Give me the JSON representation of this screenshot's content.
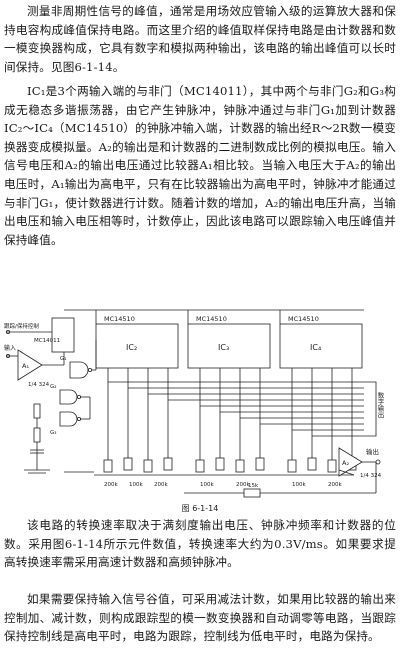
{
  "paragraphs": {
    "p1": "测量非周期性信号的峰值，通常是用场效应管输入级的运算放大器和保持电容构成峰值保持电路。而这里介绍的峰值取样保持电路是由计数器和数一模变换器构成，它具有数字和模拟两种输出，该电路的输出峰值可以长时间保持。见图6-1-14。",
    "p2": "IC₁是3个两输入端的与非门（MC14011），其中两个与非门G₂和G₃构成无稳态多谐振荡器，由它产生钟脉冲，钟脉冲通过与非门G₁加到计数器IC₂～IC₄（MC14510）的钟脉冲输入端，计数器的输出经R～2R数一模变换器变成模拟量。A₂的输出是和计数器的二进制数成比例的模拟电压。输入信号电压和A₂的输出电压通过比较器A₁相比较。当输入电压大于A₂的输出电压时，A₁输出为高电平，只有在比较器输出为高电平时，钟脉冲才能通过与非门G₁，使计数器进行计数。随着计数的增加，A₂的输出电压升高，当输出电压和输入电压相等时，计数停止，因此该电路可以跟踪输入电压峰值并保持峰值。",
    "p3": "该电路的转换速率取决于满刻度输出电压、钟脉冲频率和计数器的位数。采用图6-1-14所示元件数值，转换速率大约为0.3V/ms。如果要求提高转换速率需采用高速计数器和高频钟脉冲。",
    "p4": "如果需要保持输入信号谷值，可采用减法计数，如果用比较器的输出来控制加、减计数，则构成跟踪型的模一数变换器和自动调零等电路，当跟踪保持控制线是高电平时，电路为跟踪，控制线为低电平时，电路为保持。"
  },
  "figure": {
    "caption": "图 6-1-14",
    "chip_labels": [
      "MC14510",
      "MC14510",
      "MC14510"
    ],
    "counter_labels": [
      "IC₂",
      "IC₃",
      "IC₄"
    ],
    "gate_chip_label": "MC14011",
    "input_label": "输入",
    "track_hold_label": "跟踪/保持控制",
    "opamp1_label": "A₁",
    "opamp1_part": "1/4 324",
    "opamp2_label": "A₂",
    "opamp2_part": "1/4 324",
    "output_label": "输出",
    "digital_output_label": "数字输出",
    "gate_labels": [
      "G₁",
      "G₂",
      "G₃"
    ],
    "resistor_labels": [
      "200k",
      "100k",
      "200k",
      "100k",
      "200k",
      "100k",
      "200k"
    ],
    "feedback_label": "15k"
  }
}
